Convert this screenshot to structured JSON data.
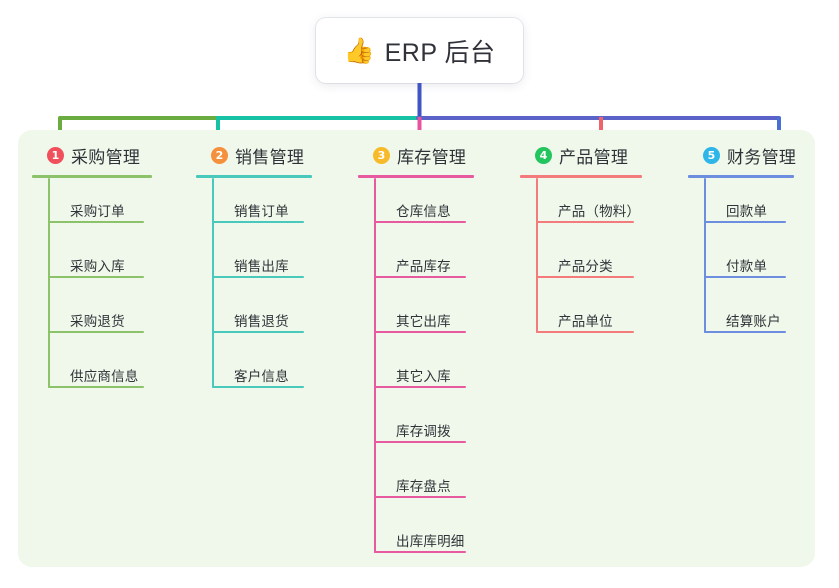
{
  "root": {
    "icon": "thumbs-up-emoji",
    "emoji": "👍",
    "title": "ERP 后台"
  },
  "palette": {
    "canvas": "#ffffff",
    "panel_bg": "#eff8ea",
    "wire_green": "#6aac3f",
    "wire_teal": "#16c2a3",
    "wire_indigo": "#4154c4",
    "wire_periwinkle": "#5b63c9",
    "wire_pink": "#e8539f",
    "wire_red": "#f1636a",
    "wire_blue": "#4a6fd4",
    "text": "#2f3238"
  },
  "columns": [
    {
      "number": "1",
      "badge_color": "#f0505c",
      "line_color": "#8cc26a",
      "title": "采购管理",
      "items": [
        "采购订单",
        "采购入库",
        "采购退货",
        "供应商信息"
      ]
    },
    {
      "number": "2",
      "badge_color": "#f5903c",
      "line_color": "#49c9bb",
      "title": "销售管理",
      "items": [
        "销售订单",
        "销售出库",
        "销售退货",
        "客户信息"
      ]
    },
    {
      "number": "3",
      "badge_color": "#f7ba2a",
      "line_color": "#e85aa0",
      "title": "库存管理",
      "items": [
        "仓库信息",
        "产品库存",
        "其它出库",
        "其它入库",
        "库存调拨",
        "库存盘点",
        "出库库明细"
      ]
    },
    {
      "number": "4",
      "badge_color": "#24c55e",
      "line_color": "#f47b7b",
      "title": "产品管理",
      "items": [
        "产品（物料）",
        "产品分类",
        "产品单位"
      ]
    },
    {
      "number": "5",
      "badge_color": "#2fb6e8",
      "line_color": "#6d8ede",
      "title": "财务管理",
      "items": [
        "回款单",
        "付款单",
        "结算账户"
      ]
    }
  ]
}
